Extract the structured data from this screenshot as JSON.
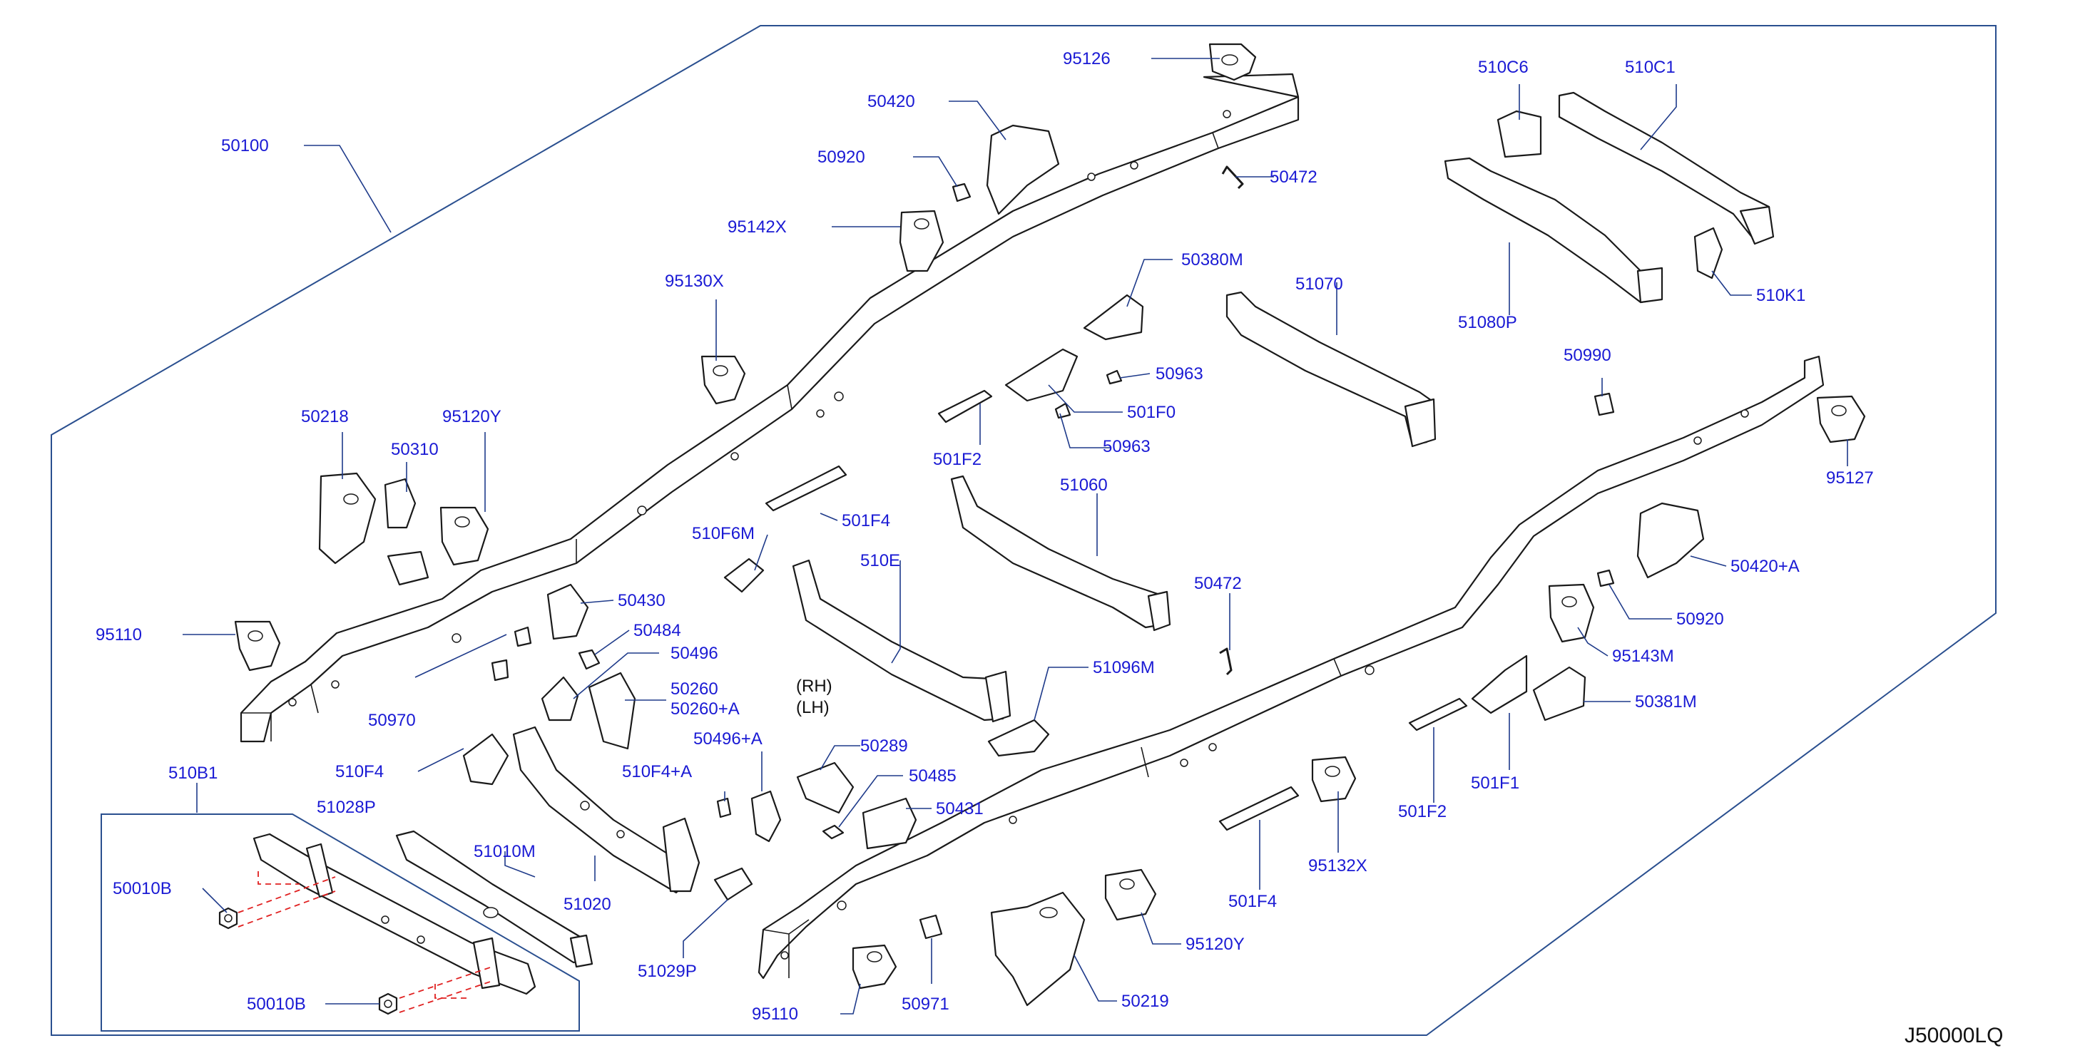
{
  "diagram": {
    "code": "J50000LQ",
    "labels": {
      "p50100": "50100",
      "p95126": "95126",
      "p50420": "50420",
      "p50920a": "50920",
      "p95142x": "95142X",
      "p95130x": "95130X",
      "p50218": "50218",
      "p95120y_a": "95120Y",
      "p50310": "50310",
      "p95110a": "95110",
      "p50472a": "50472",
      "p50380m": "50380M",
      "p50963a": "50963",
      "p501f0": "501F0",
      "p50963b": "50963",
      "p501f2a": "501F2",
      "p501f4a": "501F4",
      "p510f6m": "510F6M",
      "p510e": "510E",
      "p50430": "50430",
      "p50484": "50484",
      "p50496": "50496",
      "p50260": "50260",
      "p50260a": "50260+A",
      "p50496a": "50496+A",
      "p510f4": "510F4",
      "p510f4a": "510F4+A",
      "p50970": "50970",
      "p51028p": "51028P",
      "p510b1": "510B1",
      "p50010b_a": "50010B",
      "p50010b_b": "50010B",
      "p51010m": "51010M",
      "p51020": "51020",
      "p51029p": "51029P",
      "p50289": "50289",
      "p50485": "50485",
      "p50431": "50431",
      "p51060": "51060",
      "p51096m": "51096M",
      "rh": "(RH)",
      "lh": "(LH)",
      "p50472b": "50472",
      "p510c6": "510C6",
      "p510c1": "510C1",
      "p51070": "51070",
      "p51080p": "51080P",
      "p510k1": "510K1",
      "p50990": "50990",
      "p95127": "95127",
      "p50420a": "50420+A",
      "p50920b": "50920",
      "p95143m": "95143M",
      "p50381m": "50381M",
      "p501f1": "501F1",
      "p501f2b": "501F2",
      "p95132x": "95132X",
      "p501f4b": "501F4",
      "p95120y_b": "95120Y",
      "p50219": "50219",
      "p50971": "50971",
      "p95110b": "95110"
    }
  }
}
